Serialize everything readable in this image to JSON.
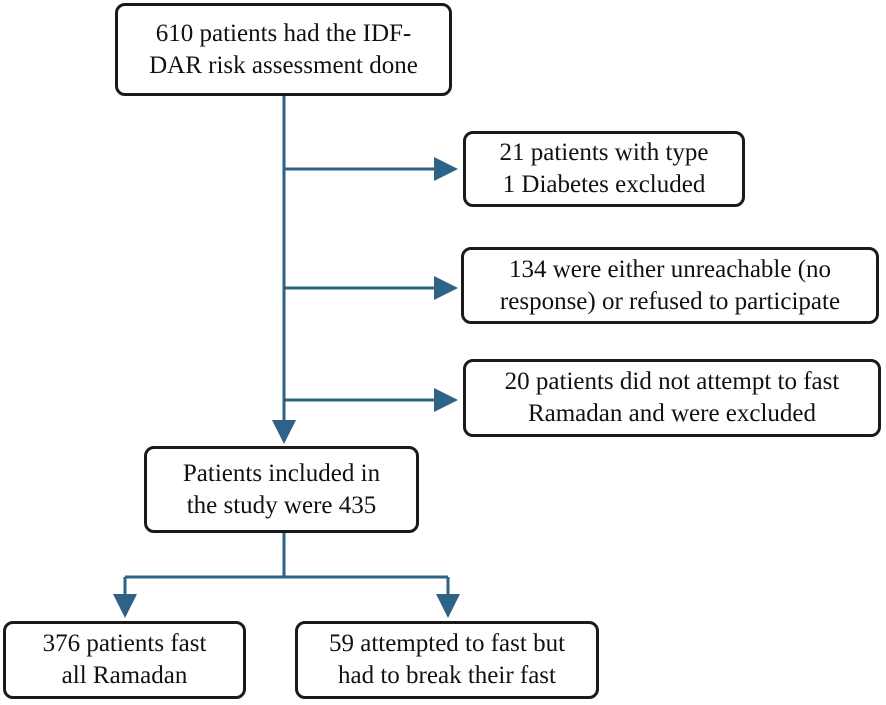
{
  "flow": {
    "start": {
      "line1": "610 patients had the IDF-",
      "line2": "DAR risk assessment done"
    },
    "exclusions": [
      {
        "line1": "21 patients with type",
        "line2": "1 Diabetes excluded"
      },
      {
        "line1": "134 were either unreachable (no",
        "line2": "response) or refused to participate"
      },
      {
        "line1": "20 patients did not attempt to fast",
        "line2": "Ramadan and were excluded"
      }
    ],
    "included": {
      "line1": "Patients included in",
      "line2": "the study were 435"
    },
    "outcomes": [
      {
        "line1": "376 patients fast",
        "line2": "all Ramadan"
      },
      {
        "line1": "59 attempted to fast but",
        "line2": "had to break their fast"
      }
    ]
  },
  "colors": {
    "arrow": "#2e6286",
    "box_border": "#1a1a1a",
    "text": "#111111"
  }
}
